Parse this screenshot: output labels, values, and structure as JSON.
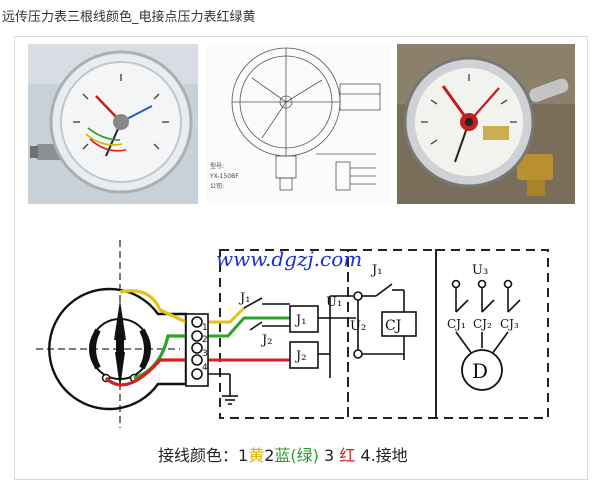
{
  "page": {
    "title": "远传压力表三根线颜色_电接点压力表红绿黄"
  },
  "colors": {
    "wire_yellow": "#e3c21a",
    "wire_green": "#2aa52a",
    "wire_red": "#d81e1e",
    "watermark_blue": "#1a2fd0",
    "caption_yellow": "#d8b400",
    "caption_green": "#2a9a2a",
    "caption_red": "#d81e1e"
  },
  "diagram": {
    "watermark": "www.dgzj.com",
    "labels": {
      "j1_left": "J₁",
      "j2_left": "J₂",
      "j1_box": "J₁",
      "j2_box": "J₂",
      "u1": "U₁",
      "u2": "U₂",
      "j1_right": "J₁",
      "cj": "CJ",
      "u3": "U₃",
      "cj1": "CJ₁",
      "cj2": "CJ₂",
      "cj3": "CJ₃",
      "motor": "D",
      "t1": "1",
      "t2": "2",
      "t3": "3",
      "t4": "4"
    }
  },
  "photos": {
    "photo2_text_lines": [
      "型号:",
      "YX-150BF",
      "公司:"
    ]
  },
  "caption": {
    "prefix": "接线颜色：1",
    "c1": "黄",
    "n2": "2",
    "c2": "蓝",
    "c2_paren": "(绿)",
    "n3": "3",
    "c3": "红",
    "suffix": "4.接地"
  }
}
